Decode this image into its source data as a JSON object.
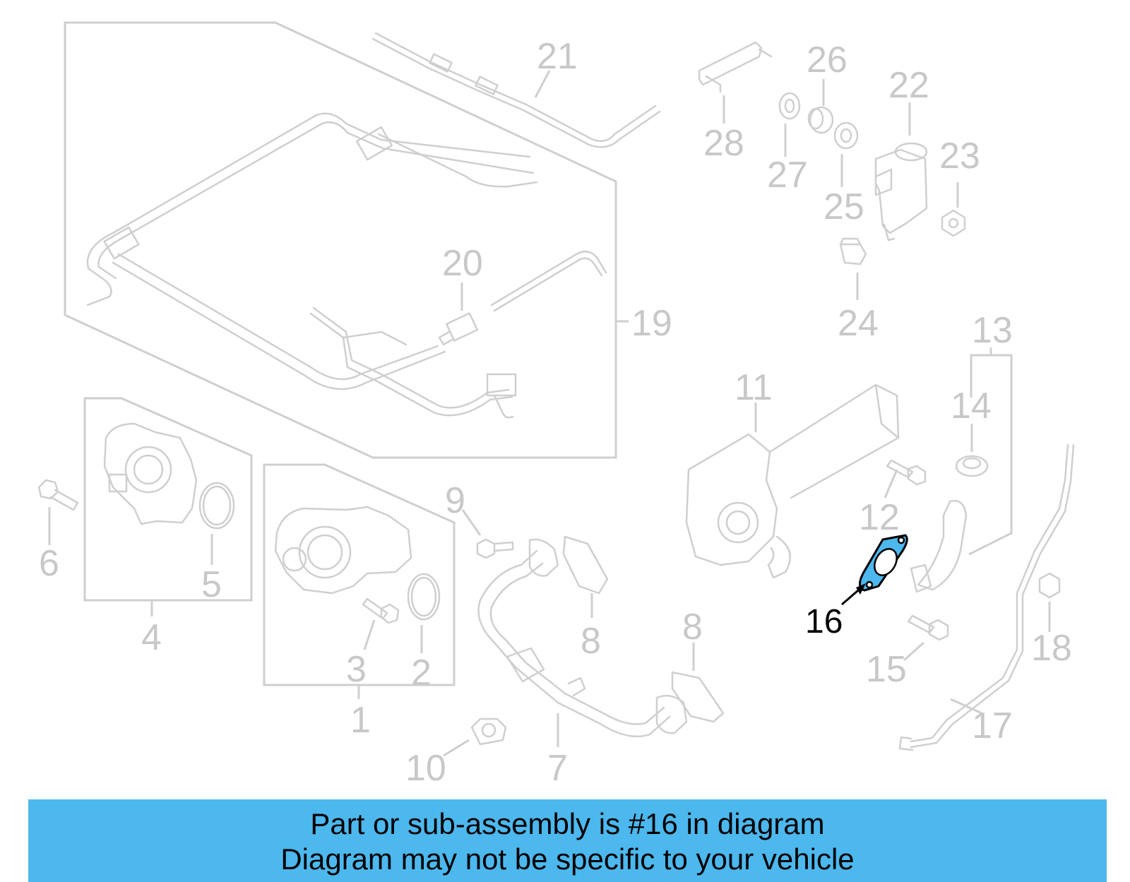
{
  "diagram": {
    "labels": [
      "1",
      "2",
      "3",
      "4",
      "5",
      "6",
      "7",
      "8",
      "8",
      "9",
      "10",
      "11",
      "12",
      "13",
      "14",
      "15",
      "16",
      "17",
      "18",
      "19",
      "20",
      "21",
      "22",
      "23",
      "24",
      "25",
      "26",
      "27",
      "28"
    ],
    "highlight_label": "16",
    "colors": {
      "highlight": "#4cb8ee",
      "line": "#cfcfcf",
      "banner": "#4cb8ee"
    }
  },
  "banner": {
    "line1": "Part or sub-assembly is #16 in diagram",
    "line2": "Diagram may not be specific to your vehicle"
  }
}
